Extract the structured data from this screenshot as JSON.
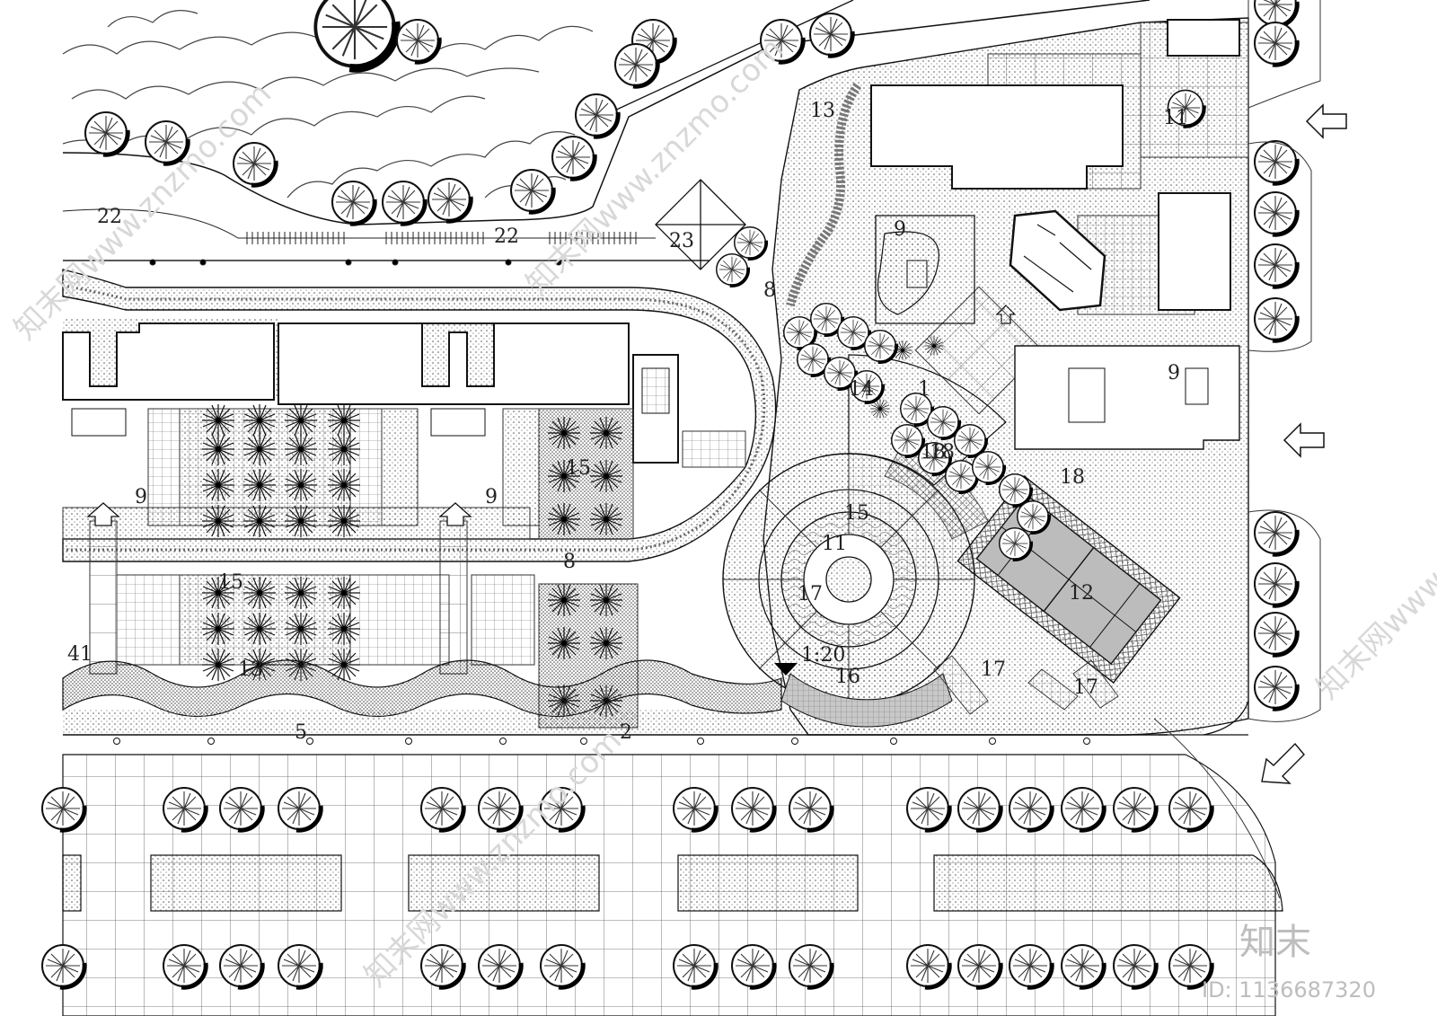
{
  "plan": {
    "labels": [
      "22",
      "22",
      "23",
      "13",
      "9",
      "11",
      "8",
      "1",
      "18",
      "15",
      "9",
      "9",
      "14",
      "18",
      "15",
      "11",
      "17",
      "12",
      "16",
      "13",
      "8",
      "15",
      "41",
      "17",
      "17",
      "5",
      "2",
      "9",
      "18"
    ],
    "scale_marker": "1:20"
  },
  "watermark": {
    "brand": "知末",
    "id_text": "ID: 1136687320",
    "site_text": "知末网www.znzmo.com"
  }
}
